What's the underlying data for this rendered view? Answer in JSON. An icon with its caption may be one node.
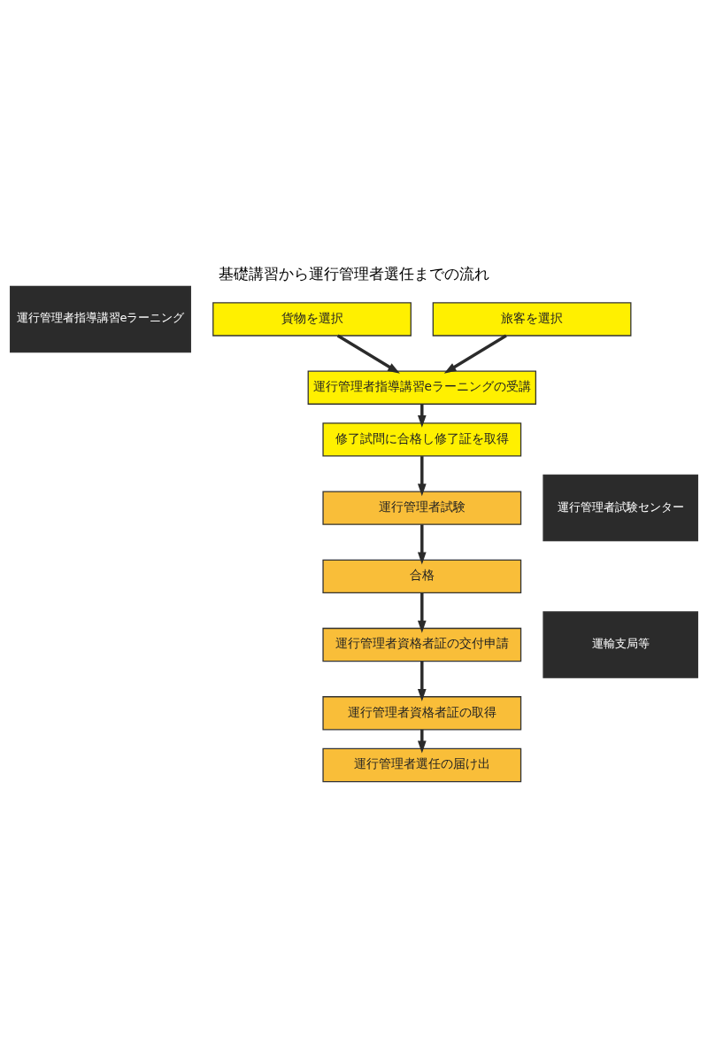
{
  "diagram": {
    "title": "基礎講習から運行管理者選任までの流れ",
    "nodes": [
      {
        "text": [
          "運行管理者指導講習eラーニング"
        ]
      },
      {
        "text": [
          "貨物を選択"
        ]
      },
      {
        "text": [
          "旅客を選択"
        ]
      },
      {
        "text": [
          "運行管理者指導講習eラーニングの受講"
        ]
      },
      {
        "text": [
          "修了試問に合格し修了証を取得"
        ]
      },
      {
        "text": [
          "運行管理者試験センター"
        ]
      },
      {
        "text": [
          "運行管理者試験"
        ]
      },
      {
        "text": [
          "合格"
        ]
      },
      {
        "text": [
          "運輸支局等"
        ]
      },
      {
        "text": [
          "運行管理者資格者証の交付申請"
        ]
      },
      {
        "text": [
          "運行管理者資格者証の取得"
        ]
      },
      {
        "text": [
          "運行管理者選任の届け出"
        ]
      }
    ],
    "edges": [
      {
        "from": 1,
        "to": 3,
        "arrow": "to"
      },
      {
        "from": 2,
        "to": 3,
        "arrow": "to"
      },
      {
        "from": 3,
        "to": 4,
        "arrow": "to"
      },
      {
        "from": 4,
        "to": 6,
        "arrow": "to"
      },
      {
        "from": 6,
        "to": 7,
        "arrow": "to"
      },
      {
        "from": 7,
        "to": 9,
        "arrow": "to"
      },
      {
        "from": 9,
        "to": 10,
        "arrow": "to"
      },
      {
        "from": 10,
        "to": 11,
        "arrow": "to"
      }
    ]
  }
}
